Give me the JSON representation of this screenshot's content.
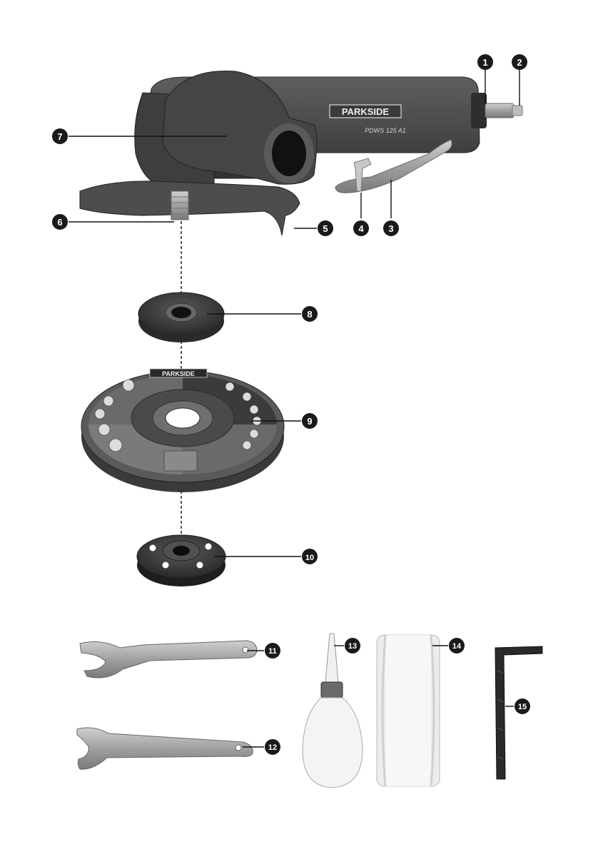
{
  "brand": "PARKSIDE",
  "model_label": "PDWS 125 A1",
  "disc_brand": "PARKSIDE",
  "callouts": {
    "c1": "1",
    "c2": "2",
    "c3": "3",
    "c4": "4",
    "c5": "5",
    "c6": "6",
    "c7": "7",
    "c8": "8",
    "c9": "9",
    "c10": "10",
    "c11": "11",
    "c12": "12",
    "c13": "13",
    "c14": "14",
    "c15": "15"
  },
  "colors": {
    "tool_body": "#4a4a4a",
    "tool_dark": "#2e2e2e",
    "metal": "#a8a8a8",
    "callout_bg": "#1a1a1a"
  }
}
